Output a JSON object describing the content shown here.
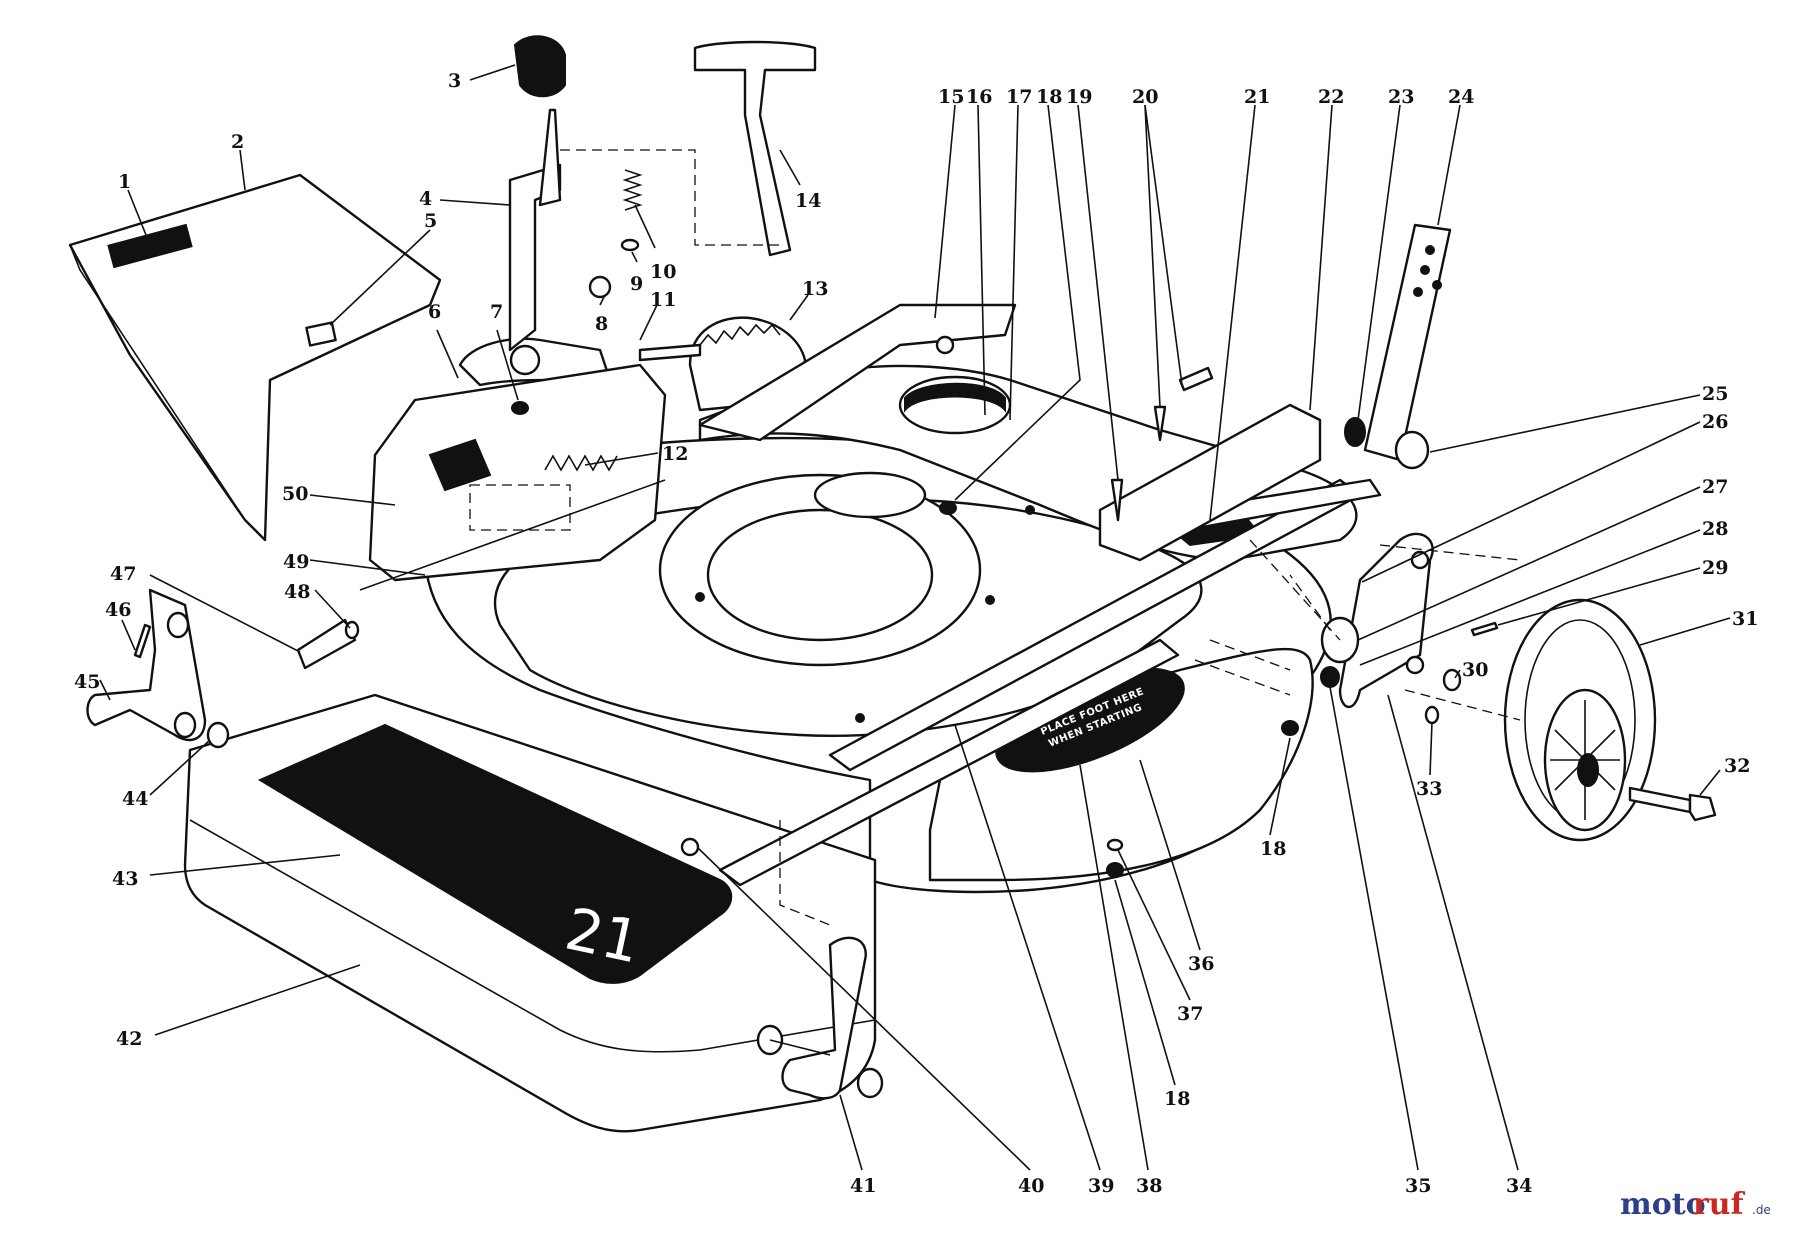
{
  "callouts": [
    {
      "id": "1",
      "label": "1"
    },
    {
      "id": "2",
      "label": "2"
    },
    {
      "id": "3",
      "label": "3"
    },
    {
      "id": "4",
      "label": "4"
    },
    {
      "id": "5",
      "label": "5"
    },
    {
      "id": "6",
      "label": "6"
    },
    {
      "id": "7",
      "label": "7"
    },
    {
      "id": "8",
      "label": "8"
    },
    {
      "id": "9",
      "label": "9"
    },
    {
      "id": "10",
      "label": "10"
    },
    {
      "id": "11",
      "label": "11"
    },
    {
      "id": "12",
      "label": "12"
    },
    {
      "id": "13",
      "label": "13"
    },
    {
      "id": "14",
      "label": "14"
    },
    {
      "id": "15",
      "label": "15"
    },
    {
      "id": "16",
      "label": "16"
    },
    {
      "id": "17",
      "label": "17"
    },
    {
      "id": "18a",
      "label": "18"
    },
    {
      "id": "19",
      "label": "19"
    },
    {
      "id": "20",
      "label": "20"
    },
    {
      "id": "21",
      "label": "21"
    },
    {
      "id": "22",
      "label": "22"
    },
    {
      "id": "23",
      "label": "23"
    },
    {
      "id": "24",
      "label": "24"
    },
    {
      "id": "25",
      "label": "25"
    },
    {
      "id": "26",
      "label": "26"
    },
    {
      "id": "27",
      "label": "27"
    },
    {
      "id": "28",
      "label": "28"
    },
    {
      "id": "29",
      "label": "29"
    },
    {
      "id": "30",
      "label": "30"
    },
    {
      "id": "31",
      "label": "31"
    },
    {
      "id": "32",
      "label": "32"
    },
    {
      "id": "33",
      "label": "33"
    },
    {
      "id": "34",
      "label": "34"
    },
    {
      "id": "35",
      "label": "35"
    },
    {
      "id": "36",
      "label": "36"
    },
    {
      "id": "37",
      "label": "37"
    },
    {
      "id": "18b",
      "label": "18"
    },
    {
      "id": "18c",
      "label": "18"
    },
    {
      "id": "38",
      "label": "38"
    },
    {
      "id": "39",
      "label": "39"
    },
    {
      "id": "40",
      "label": "40"
    },
    {
      "id": "41",
      "label": "41"
    },
    {
      "id": "42",
      "label": "42"
    },
    {
      "id": "43",
      "label": "43"
    },
    {
      "id": "44",
      "label": "44"
    },
    {
      "id": "45",
      "label": "45"
    },
    {
      "id": "46",
      "label": "46"
    },
    {
      "id": "47",
      "label": "47"
    },
    {
      "id": "48",
      "label": "48"
    },
    {
      "id": "49",
      "label": "49"
    },
    {
      "id": "50",
      "label": "50"
    }
  ],
  "decal": {
    "line1": "PLACE FOOT HERE",
    "line2": "WHEN STARTING"
  },
  "deck_size": "21",
  "watermark": {
    "part1": "moto",
    "part2": "ruf",
    "suffix": ".de"
  }
}
